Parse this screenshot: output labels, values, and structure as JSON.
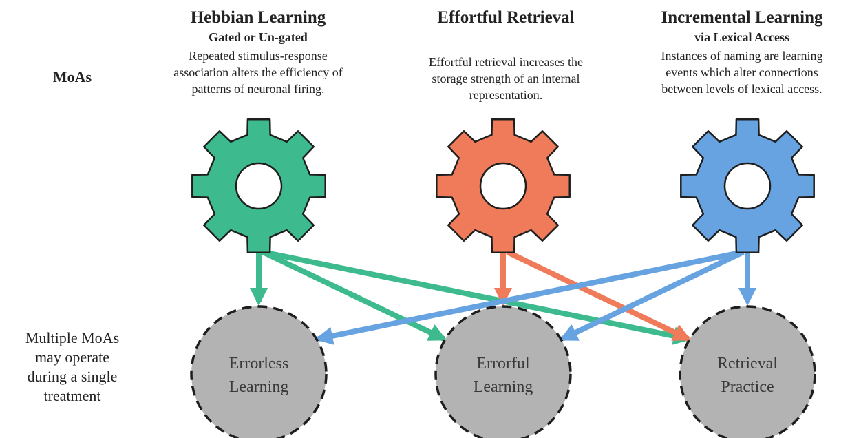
{
  "row_labels": {
    "moas": "MoAs",
    "multiple": [
      "Multiple MoAs",
      "may operate",
      "during a single",
      "treatment"
    ]
  },
  "mechanisms": [
    {
      "title": "Hebbian Learning",
      "subtitle": "Gated or Un-gated",
      "description": [
        "Repeated stimulus-response",
        "association alters the efficiency of",
        "patterns of neuronal firing."
      ],
      "color": "#3dbb8e"
    },
    {
      "title": "Effortful Retrieval",
      "subtitle": "",
      "description": [
        "Effortful retrieval increases the",
        "storage strength of an internal",
        "representation."
      ],
      "color": "#ef7b5a"
    },
    {
      "title": "Incremental Learning",
      "subtitle": "via Lexical Access",
      "description": [
        "Instances of naming are learning",
        "events which alter connections",
        "between levels of lexical access."
      ],
      "color": "#66a3e0"
    }
  ],
  "treatments": [
    {
      "label": [
        "Errorless",
        "Learning"
      ]
    },
    {
      "label": [
        "Errorful",
        "Learning"
      ]
    },
    {
      "label": [
        "Retrieval",
        "Practice"
      ]
    }
  ],
  "connections": [
    {
      "from": 0,
      "to": 0
    },
    {
      "from": 0,
      "to": 1
    },
    {
      "from": 0,
      "to": 2
    },
    {
      "from": 1,
      "to": 1
    },
    {
      "from": 1,
      "to": 2
    },
    {
      "from": 2,
      "to": 0
    },
    {
      "from": 2,
      "to": 1
    },
    {
      "from": 2,
      "to": 2
    }
  ],
  "colors": {
    "treatment_fill": "#b3b3b3",
    "outline": "#1e1e1e"
  }
}
